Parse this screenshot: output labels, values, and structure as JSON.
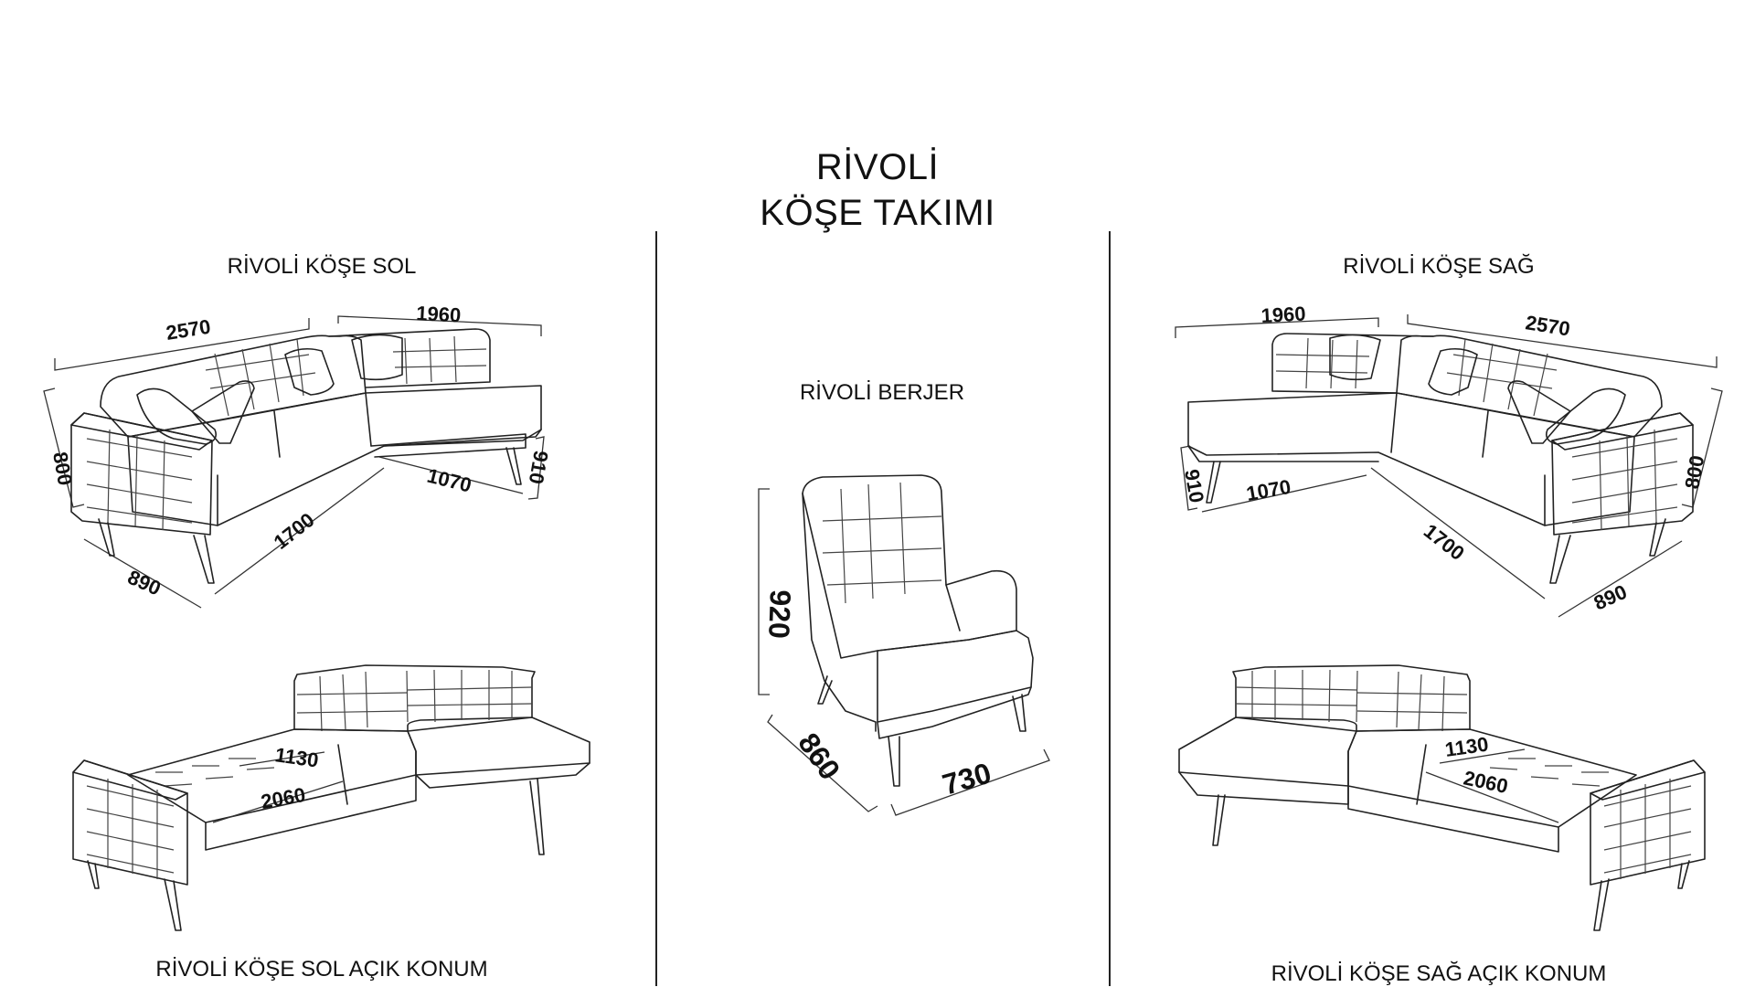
{
  "title": {
    "line1": "RİVOLİ",
    "line2": "KÖŞE TAKIMI"
  },
  "labels": {
    "left_top": "RİVOLİ KÖŞE SOL",
    "left_bottom": "RİVOLİ KÖŞE SOL AÇIK KONUM",
    "center": "RİVOLİ BERJER",
    "right_top": "RİVOLİ KÖŞE SAĞ",
    "right_bottom": "RİVOLİ KÖŞE SAĞ AÇIK KONUM"
  },
  "dimensions": {
    "left_sofa": {
      "width": "2570",
      "chaise_width": "1960",
      "height": "800",
      "depth": "890",
      "inner": "1700",
      "chaise_inner": "1070",
      "chaise_depth": "910"
    },
    "right_sofa": {
      "width": "2570",
      "chaise_width": "1960",
      "height": "800",
      "depth": "890",
      "inner": "1700",
      "chaise_inner": "1070",
      "chaise_depth": "910"
    },
    "left_open": {
      "bed_width": "1130",
      "bed_length": "2060"
    },
    "right_open": {
      "bed_width": "1130",
      "bed_length": "2060"
    },
    "berjer": {
      "height": "920",
      "depth": "860",
      "width": "730"
    }
  }
}
